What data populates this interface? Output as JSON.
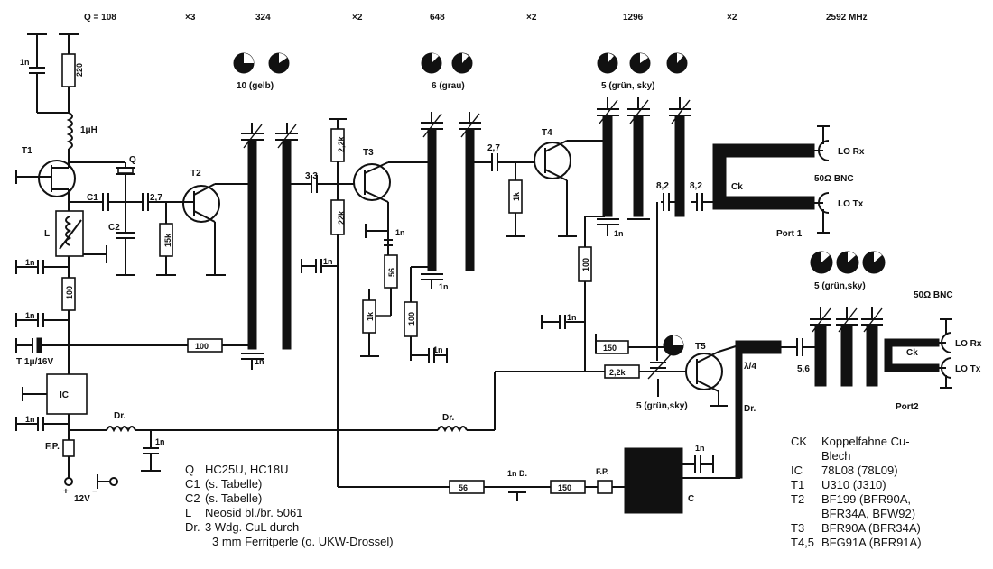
{
  "header": {
    "q_label": "Q = 108",
    "mult1": "×3",
    "f1": "324",
    "mult2": "×2",
    "f2": "648",
    "mult3": "×2",
    "f3": "1296",
    "mult4": "×2",
    "f4": "2592 MHz"
  },
  "trimmer_groups": {
    "g1": "10 (gelb)",
    "g2": "6 (grau)",
    "g3": "5 (grün, sky)",
    "g4": "5 (grün,sky)",
    "g5": "5 (grün,sky)"
  },
  "components": {
    "c_1n": "1n",
    "r_220": "220",
    "l_1uh": "1μH",
    "t1": "T1",
    "q": "Q",
    "c1": "C1",
    "c2": "C2",
    "l": "L",
    "c_27a": "2,7",
    "t2": "T2",
    "r_15k": "15k",
    "r_100a": "100",
    "c_1u16v": "T 1μ/16V",
    "r_100b": "100",
    "ic": "IC",
    "dr_a": "Dr.",
    "fp_a": "F.P.",
    "v12": "12V",
    "plus": "+",
    "minus": "−",
    "r_22k_a": "2,2k",
    "r_22k_b": "22k",
    "c_33": "3,3",
    "t3": "T3",
    "r_56a": "56",
    "r_1k_a": "1k",
    "r_100c": "100",
    "c_27b": "2,7",
    "t4": "T4",
    "r_1k_b": "1k",
    "r_100d": "100",
    "c_82a": "8,2",
    "c_82b": "8,2",
    "ck_a": "Ck",
    "bnc_a": "50Ω BNC",
    "lo_rx_a": "LO Rx",
    "lo_tx_a": "LO Tx",
    "port1": "Port 1",
    "r_150a": "150",
    "r_22k_c": "2,2k",
    "t5": "T5",
    "lambda": "λ/4",
    "dr_b": "Dr.",
    "c_56": "5,6",
    "ck_b": "Ck",
    "bnc_b": "50Ω BNC",
    "lo_rx_b": "LO Rx",
    "lo_tx_b": "LO Tx",
    "port2": "Port2",
    "dr_c": "Dr.",
    "r_56b": "56",
    "c_1nd": "1n D.",
    "r_150b": "150",
    "fp_b": "F.P.",
    "block_c": "C"
  },
  "legend_left": [
    {
      "key": "Q",
      "text": "HC25U, HC18U"
    },
    {
      "key": "C1",
      "text": "(s. Tabelle)"
    },
    {
      "key": "C2",
      "text": "(s. Tabelle)"
    },
    {
      "key": "L",
      "text": "Neosid bl./br. 5061"
    },
    {
      "key": "Dr.",
      "text": "3 Wdg. CuL durch"
    },
    {
      "key": "",
      "text": "3 mm Ferritperle (o. UKW-Drossel)"
    }
  ],
  "legend_right": [
    {
      "key": "CK",
      "text": "Koppelfahne Cu-"
    },
    {
      "key": "",
      "text": "Blech"
    },
    {
      "key": "IC",
      "text": "78L08 (78L09)"
    },
    {
      "key": "T1",
      "text": "U310 (J310)"
    },
    {
      "key": "T2",
      "text": "BF199 (BFR90A,"
    },
    {
      "key": "",
      "text": "BFR34A, BFW92)"
    },
    {
      "key": "T3",
      "text": "BFR90A (BFR34A)"
    },
    {
      "key": "T4,5",
      "text": "BFG91A (BFR91A)"
    }
  ]
}
